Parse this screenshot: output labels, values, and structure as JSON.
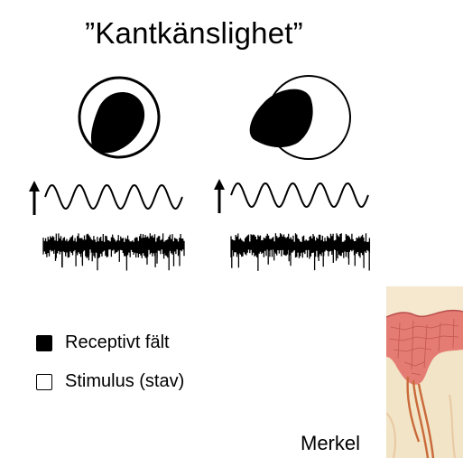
{
  "title": "”Kantkänslighet”",
  "legend": {
    "receptive_field": "Receptivt  fält",
    "stimulus": "Stimulus (stav)"
  },
  "caption": "Merkel",
  "colors": {
    "ink": "#000000",
    "skin_pink": "#e47c74",
    "skin_cream": "#f2e4c6",
    "nerve": "#c96a3a"
  }
}
